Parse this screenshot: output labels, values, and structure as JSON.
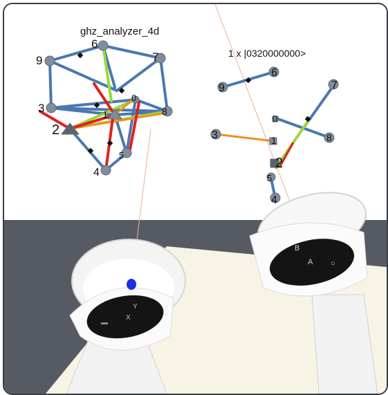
{
  "scene": {
    "left_graph_title": "ghz_analyzer_4d",
    "right_graph_state": "1 x |0320000000>"
  },
  "left_graph": {
    "node_labels": [
      "9",
      "6",
      "7",
      "3",
      "1",
      "0",
      "8",
      "2",
      "5",
      "4"
    ]
  },
  "right_graph": {
    "node_labels": [
      "9",
      "6",
      "7",
      "0",
      "3",
      "1",
      "8",
      "2",
      "5",
      "4"
    ]
  },
  "right_controller": {
    "button_b": "B",
    "button_a": "A",
    "thumb_mark": "○"
  },
  "left_controller": {
    "button_y": "Y",
    "button_x": "X"
  },
  "colors": {
    "edge_blue": "#4a78b0",
    "edge_red": "#e02020",
    "edge_green": "#9ad83a",
    "edge_orange": "#f0901c",
    "node_gray": "#7f8d9c",
    "floor": "#565a62",
    "pointer_dot": "#1a2ee6"
  }
}
